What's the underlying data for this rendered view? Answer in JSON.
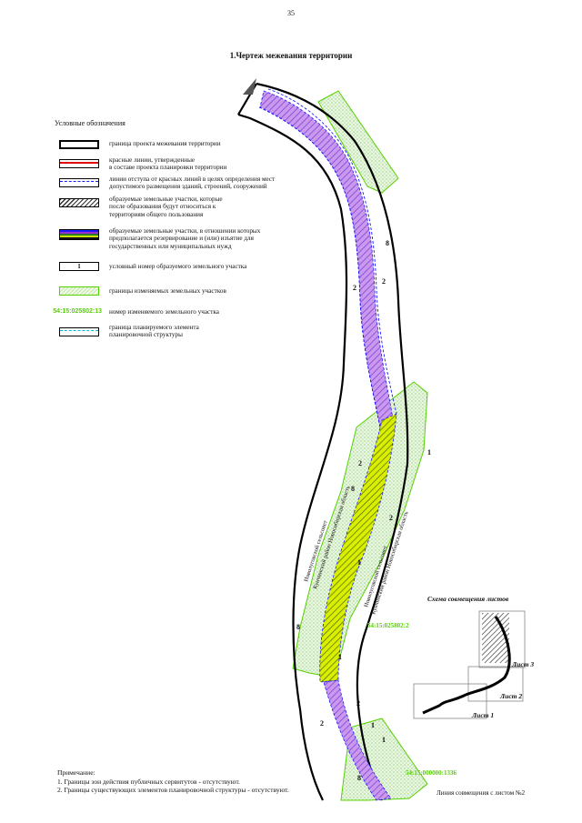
{
  "page_number": "35",
  "title": "1.Чертеж  межевания территории",
  "legend": {
    "heading": "Условные обозначения",
    "items": [
      {
        "id": "boundary",
        "text": "граница проекта межевания территории"
      },
      {
        "id": "red-lines",
        "text": "красные линии, утвержденные\nв составе проекта планировки территории"
      },
      {
        "id": "setback-lines",
        "text": "линии отступа от красных линий в целях определения мест\nдопустимого размещения зданий, строений, сооружений"
      },
      {
        "id": "public-plots",
        "text": "образуемые земельные участки, которые\nпосле образования будут относиться к\nтерриториям общего пользования"
      },
      {
        "id": "reserved-plots",
        "text": "образуемые земельные участки, в отношении которых\nпредполагается резервирование и (или) изъятие для\nгосударственных или муниципальных нужд"
      },
      {
        "id": "plot-number",
        "symbol": "1",
        "text": "условный номер образуемого земельного участка"
      },
      {
        "id": "changed-plots",
        "text": "границы изменяемых земельных участков"
      },
      {
        "id": "changed-plot-number",
        "symbol": "54:15:025802:13",
        "text": "номер изменяемого земельного участка"
      },
      {
        "id": "planned-element",
        "text": "граница планируемого элемента\nпланировочной структуры"
      }
    ]
  },
  "map": {
    "plot_labels": [
      "2",
      "8",
      "2",
      "1",
      "2",
      "8",
      "2",
      "1",
      "8",
      "1",
      "2",
      "2",
      "1",
      "1",
      "8"
    ],
    "cadastral_labels": [
      "54:15:025802:2",
      "54:15:000000:1336"
    ],
    "area_names": [
      "Новолуговской сельсовет",
      "Кунчинский район Новосибирская область"
    ],
    "area_names_right": [
      "Новолуговской сельсовет",
      "Кунчинский район Новосибирская область"
    ],
    "sheet_join": "Линия совмещения с листом №2",
    "inset": {
      "title": "Схема совмещения листов",
      "sheets": [
        "Лист 1",
        "Лист 2",
        "Лист 3"
      ]
    }
  },
  "notes": {
    "heading": "Примечание:",
    "items": [
      "1. Границы зон действия публичных сервитутов - отсутствуют.",
      "2. Границы существующих элементов планировочной структуры - отсутствуют."
    ]
  },
  "colors": {
    "green": "#55d000",
    "purple": "#b57fe0",
    "yellow": "#d7ee00",
    "blue": "#1a1aff",
    "red": "#e00000"
  }
}
